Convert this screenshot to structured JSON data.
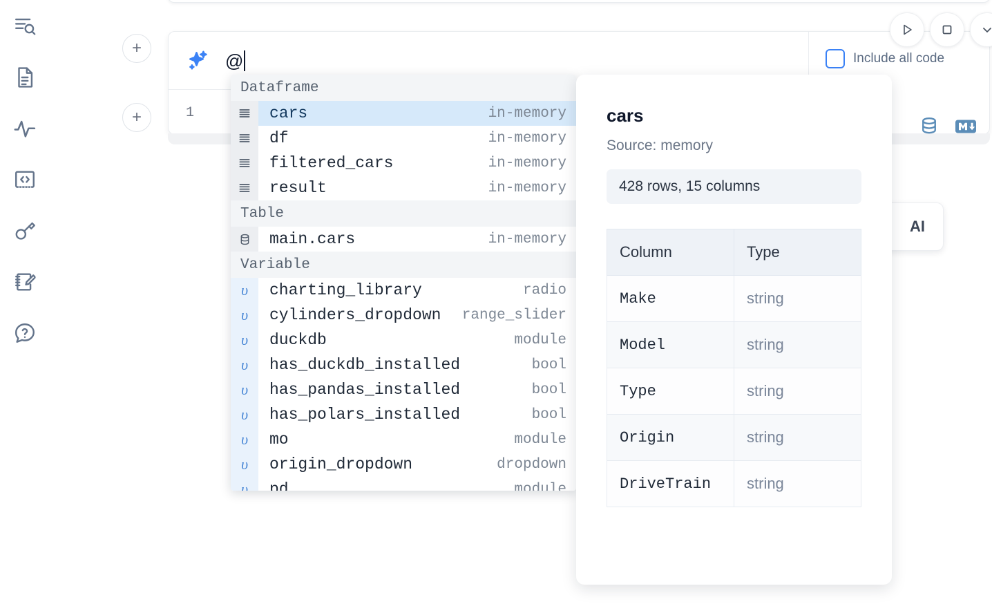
{
  "sidebar": {
    "items": [
      {
        "name": "explorer-search-icon",
        "label": "Explore"
      },
      {
        "name": "document-icon",
        "label": "Notebook"
      },
      {
        "name": "activity-pulse-icon",
        "label": "Activity"
      },
      {
        "name": "code-brackets-icon",
        "label": "Snippets"
      },
      {
        "name": "key-icon",
        "label": "Secrets"
      },
      {
        "name": "notebook-edit-icon",
        "label": "Scratchpad"
      },
      {
        "name": "help-chat-icon",
        "label": "Help"
      }
    ]
  },
  "toolbar": {
    "run_label": "Run",
    "stop_label": "Interrupt",
    "add_cell_label": "+"
  },
  "ai_cell": {
    "sparkle_icon": "sparkle-icon",
    "input_value": "@",
    "include_all_code_label": "Include all code",
    "include_all_code_checked": false,
    "line_number": "1",
    "db_icon": "database-icon",
    "markdown_icon": "markdown-icon"
  },
  "ai_chip": {
    "label": "AI"
  },
  "autocomplete": {
    "sections": [
      {
        "title": "Dataframe",
        "icon_kind": "dataframe",
        "items": [
          {
            "name": "cars",
            "meta": "in-memory",
            "selected": true
          },
          {
            "name": "df",
            "meta": "in-memory",
            "selected": false
          },
          {
            "name": "filtered_cars",
            "meta": "in-memory",
            "selected": false
          },
          {
            "name": "result",
            "meta": "in-memory",
            "selected": false
          }
        ]
      },
      {
        "title": "Table",
        "icon_kind": "table",
        "items": [
          {
            "name": "main.cars",
            "meta": "in-memory",
            "selected": false
          }
        ]
      },
      {
        "title": "Variable",
        "icon_kind": "variable",
        "items": [
          {
            "name": "charting_library",
            "meta": "radio",
            "selected": false
          },
          {
            "name": "cylinders_dropdown",
            "meta": "range_slider",
            "selected": false
          },
          {
            "name": "duckdb",
            "meta": "module",
            "selected": false
          },
          {
            "name": "has_duckdb_installed",
            "meta": "bool",
            "selected": false
          },
          {
            "name": "has_pandas_installed",
            "meta": "bool",
            "selected": false
          },
          {
            "name": "has_polars_installed",
            "meta": "bool",
            "selected": false
          },
          {
            "name": "mo",
            "meta": "module",
            "selected": false
          },
          {
            "name": "origin_dropdown",
            "meta": "dropdown",
            "selected": false
          },
          {
            "name": "pd",
            "meta": "module",
            "selected": false
          }
        ]
      }
    ],
    "variable_glyph": "υ"
  },
  "doc_panel": {
    "title": "cars",
    "source": "Source: memory",
    "shape": "428 rows, 15 columns",
    "table": {
      "headers": [
        "Column",
        "Type"
      ],
      "rows": [
        [
          "Make",
          "string"
        ],
        [
          "Model",
          "string"
        ],
        [
          "Type",
          "string"
        ],
        [
          "Origin",
          "string"
        ],
        [
          "DriveTrain",
          "string"
        ]
      ]
    }
  },
  "colors": {
    "accent_blue": "#3b82f6",
    "selected_row": "#d6e9fa",
    "variable_icon_bg": "#e9f2fc",
    "section_header_bg": "#f3f5f7",
    "action_icon": "#5b8db8"
  }
}
